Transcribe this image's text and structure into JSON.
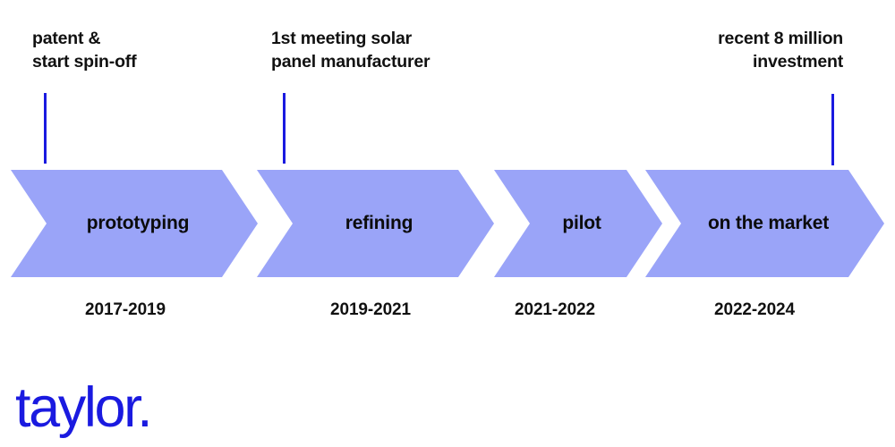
{
  "diagram": {
    "type": "timeline-chevron",
    "background_color": "#ffffff",
    "accent_color": "#1a1ae0",
    "chevron_fill": "#9aa4f8",
    "text_color": "#111111"
  },
  "annotations": [
    {
      "text": "patent &\nstart spin-off",
      "align": "left"
    },
    {
      "text": "1st meeting solar\npanel manufacturer",
      "align": "left"
    },
    {
      "text": "recent 8 million\ninvestment",
      "align": "right"
    }
  ],
  "stages": [
    {
      "label": "prototyping",
      "period": "2017-2019"
    },
    {
      "label": "refining",
      "period": "2019-2021"
    },
    {
      "label": "pilot",
      "period": "2021-2022"
    },
    {
      "label": "on the market",
      "period": "2022-2024"
    }
  ],
  "brand": {
    "name": "taylor."
  }
}
